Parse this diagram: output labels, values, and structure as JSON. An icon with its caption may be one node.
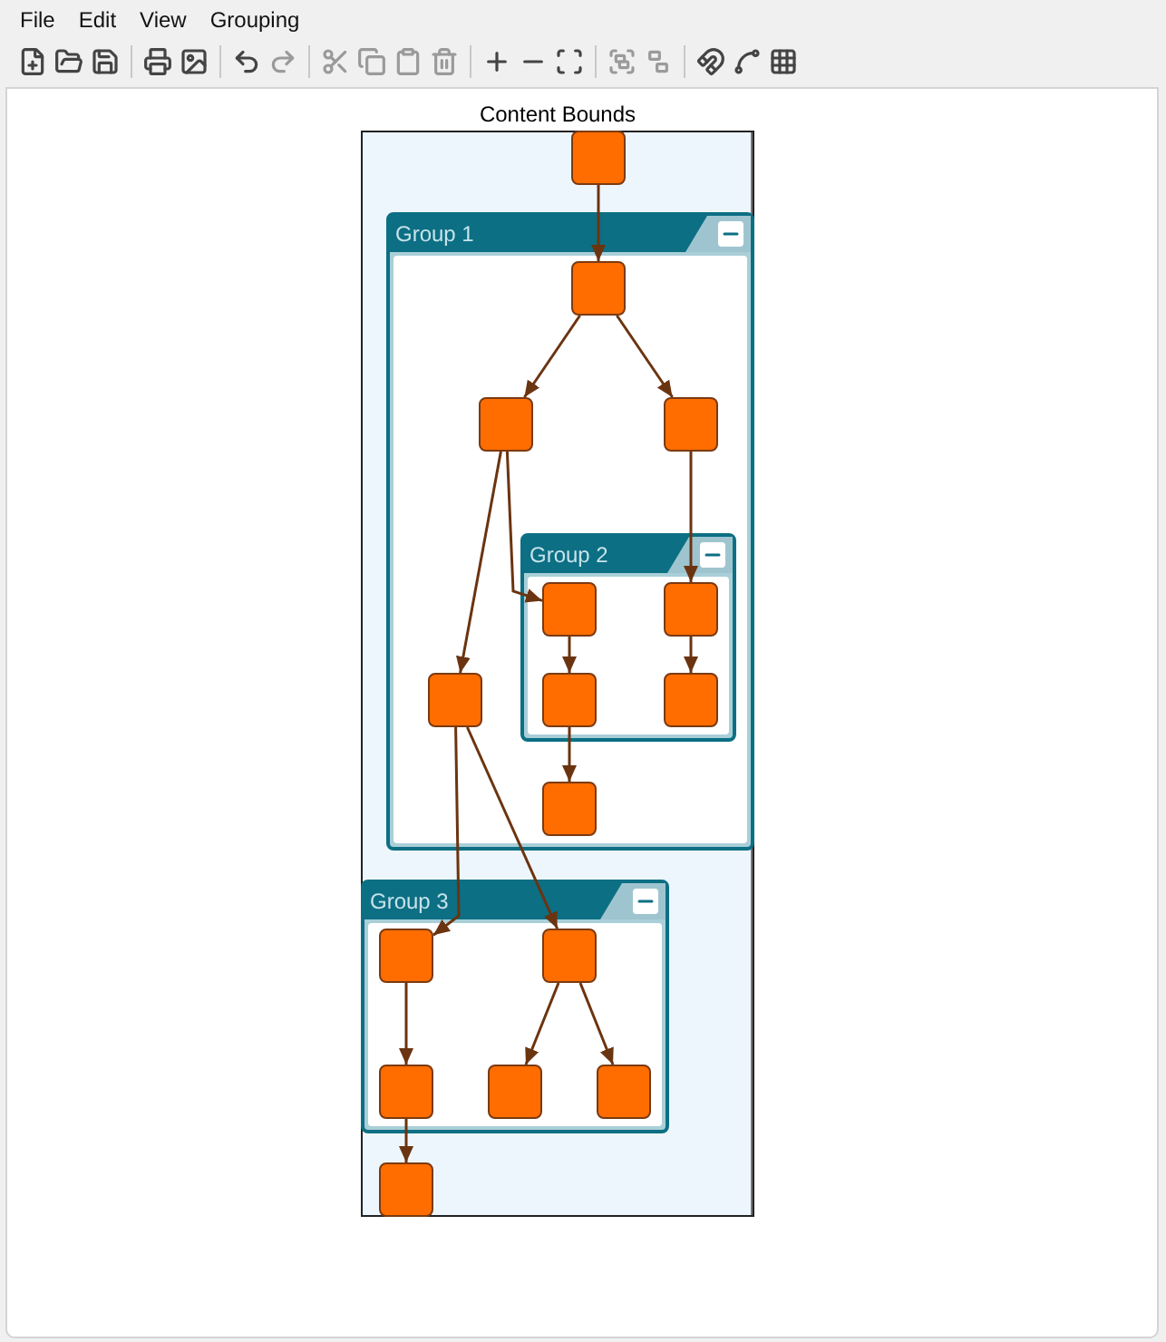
{
  "diagram": {
    "nodes": [
      {
        "text": [
          "Content Bounds"
        ]
      },
      {
        "text": [
          "Group 1"
        ],
        "in": 0
      },
      {
        "text": [
          "Group 2"
        ],
        "in": 1
      },
      {
        "text": [
          "Group 3"
        ],
        "in": 0
      },
      {
        "text": [],
        "shape": "box",
        "in": 0
      },
      {
        "text": [],
        "shape": "box",
        "in": 1
      },
      {
        "text": [],
        "shape": "box",
        "in": 1
      },
      {
        "text": [],
        "shape": "box",
        "in": 1
      },
      {
        "text": [],
        "shape": "box",
        "in": 2
      },
      {
        "text": [],
        "shape": "box",
        "in": 2
      },
      {
        "text": [],
        "shape": "box",
        "in": 2
      },
      {
        "text": [],
        "shape": "box",
        "in": 2
      },
      {
        "text": [],
        "shape": "box",
        "in": 1
      },
      {
        "text": [],
        "shape": "box",
        "in": 1
      },
      {
        "text": [],
        "shape": "box",
        "in": 3
      },
      {
        "text": [],
        "shape": "box",
        "in": 3
      },
      {
        "text": [],
        "shape": "box",
        "in": 3
      },
      {
        "text": [],
        "shape": "box",
        "in": 3
      },
      {
        "text": [],
        "shape": "box",
        "in": 3
      },
      {
        "text": [],
        "shape": "box",
        "in": 0
      }
    ],
    "edges": [
      {
        "from": 4,
        "to": 5,
        "arrow": "to"
      },
      {
        "from": 5,
        "to": 6,
        "arrow": "to"
      },
      {
        "from": 5,
        "to": 7,
        "arrow": "to"
      },
      {
        "from": 6,
        "to": 12,
        "arrow": "to"
      },
      {
        "from": 6,
        "to": 8,
        "arrow": "to"
      },
      {
        "from": 7,
        "to": 9,
        "arrow": "to"
      },
      {
        "from": 8,
        "to": 10,
        "arrow": "to"
      },
      {
        "from": 9,
        "to": 11,
        "arrow": "to"
      },
      {
        "from": 10,
        "to": 13,
        "arrow": "to"
      },
      {
        "from": 12,
        "to": 14,
        "arrow": "to"
      },
      {
        "from": 12,
        "to": 15,
        "arrow": "to"
      },
      {
        "from": 14,
        "to": 16,
        "arrow": "to"
      },
      {
        "from": 15,
        "to": 17,
        "arrow": "to"
      },
      {
        "from": 15,
        "to": 18,
        "arrow": "to"
      },
      {
        "from": 16,
        "to": 19,
        "arrow": "to"
      }
    ],
    "labels": [
      "File",
      "Edit",
      "View",
      "Grouping"
    ]
  }
}
